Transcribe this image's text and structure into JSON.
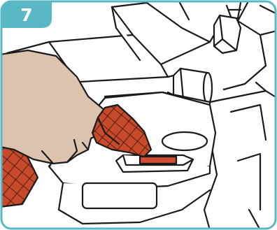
{
  "step": {
    "number": "7"
  },
  "colors": {
    "frame_border": "#5ab8c6",
    "step_badge": "#5ab8c6",
    "outline": "#1a1a1a",
    "machine_fill": "#ffffff",
    "skin": "#dcc3ae",
    "glove": "#c94a2b",
    "glove_grid": "#2a1410",
    "sensor_window": "#d24d34"
  },
  "icons": {
    "hand": "gloved-hand-pressing-button",
    "device": "machine-with-sensor-slot"
  }
}
